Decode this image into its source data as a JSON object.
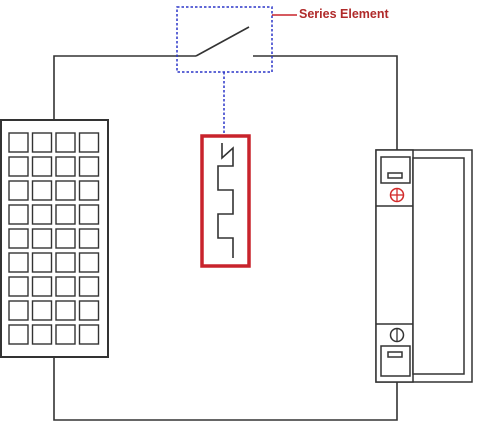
{
  "annotation": {
    "label": "Series Element"
  },
  "components": {
    "switch": "switch-icon",
    "resistor": "resistor-icon",
    "solar_panel": "solar-panel-icon",
    "battery": "battery-icon",
    "plus_terminal": "plus-terminal-icon",
    "minus_terminal": "minus-terminal-icon"
  },
  "solar_panel": {
    "rows": 9,
    "cols": 4
  },
  "colors": {
    "wire": "#333333",
    "highlight_dashed": "#2b35c8",
    "highlight_box": "#c8232c",
    "annotation_text": "#b02a2a",
    "plus_terminal": "#d22b2b"
  }
}
